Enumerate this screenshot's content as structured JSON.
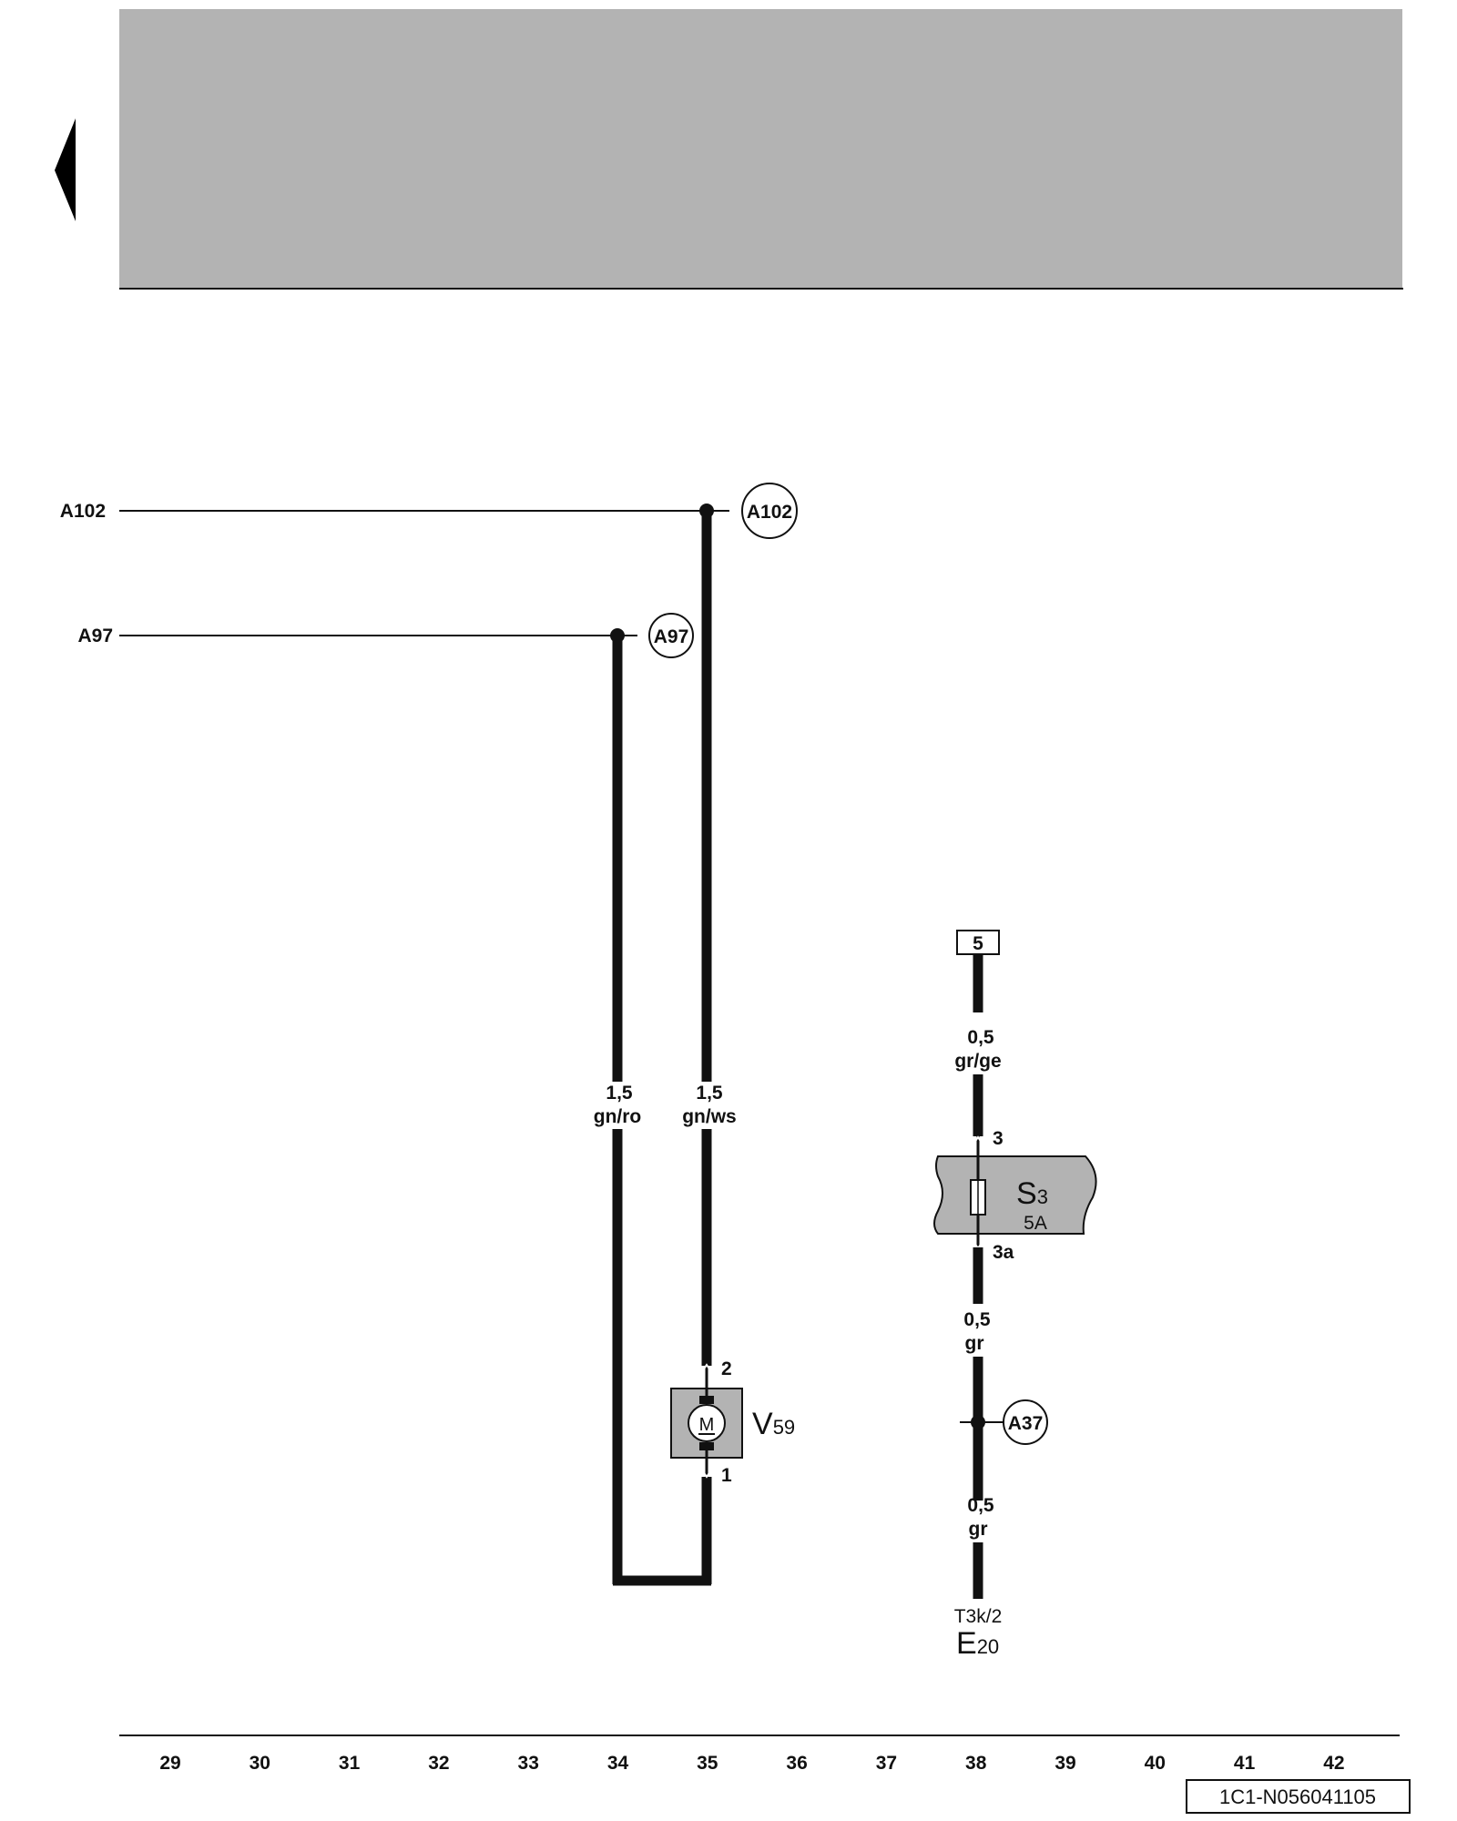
{
  "header_nav": {
    "back_arrow_icon": "triangle-left-icon"
  },
  "connections": {
    "A102": {
      "left_label": "A102",
      "circle_label": "A102"
    },
    "A97": {
      "left_label": "A97",
      "circle_label": "A97"
    },
    "A37": {
      "circle_label": "A37"
    }
  },
  "wires": {
    "w_a97": {
      "size": "1,5",
      "color": "gn/ro"
    },
    "w_a102": {
      "size": "1,5",
      "color": "gn/ws"
    },
    "w_top": {
      "size": "0,5",
      "color": "gr/ge"
    },
    "w_mid": {
      "size": "0,5",
      "color": "gr"
    },
    "w_bot": {
      "size": "0,5",
      "color": "gr"
    }
  },
  "components": {
    "motor": {
      "symbol": "M",
      "id_main": "V",
      "id_sub": "59",
      "pin_top": "2",
      "pin_bottom": "1"
    },
    "fuse": {
      "id_main": "S",
      "id_sub": "3",
      "rating": "5A",
      "pin_top": "3",
      "pin_bottom": "3a"
    },
    "terminal_box": {
      "label": "5"
    },
    "connector": {
      "label": "T3k/2",
      "id_main": "E",
      "id_sub": "20"
    }
  },
  "ruler": {
    "numbers": [
      "29",
      "30",
      "31",
      "32",
      "33",
      "34",
      "35",
      "36",
      "37",
      "38",
      "39",
      "40",
      "41",
      "42"
    ]
  },
  "doc_code": "1C1-N056041105",
  "colors": {
    "header_gray": "#b3b3b3",
    "wire_black": "#111111",
    "component_gray": "#b3b3b3"
  }
}
